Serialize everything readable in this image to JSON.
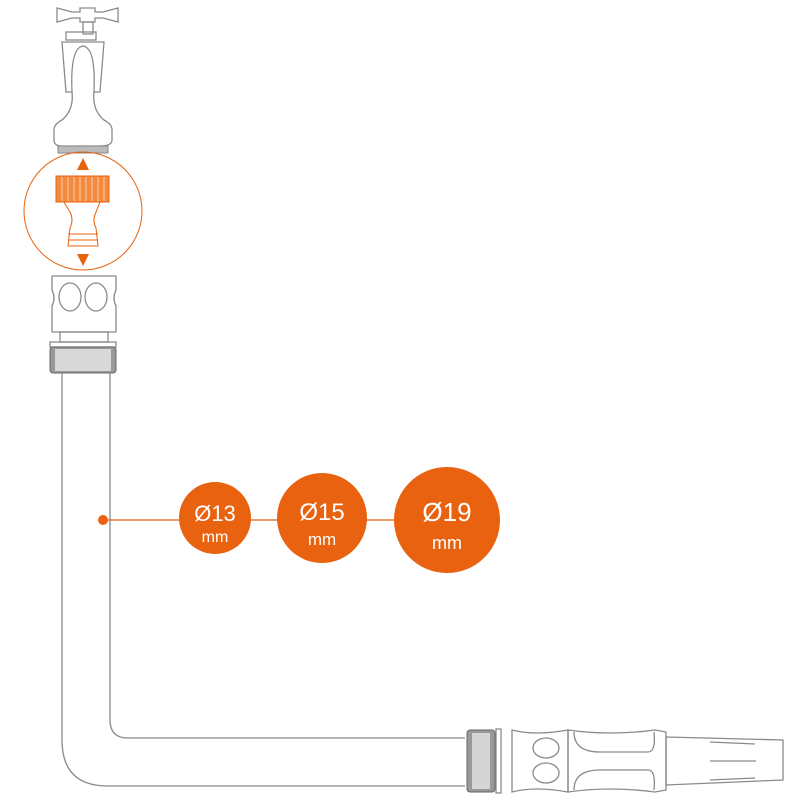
{
  "colors": {
    "accent": "#e8620f",
    "outline": "#8a8a8a"
  },
  "sizes": [
    {
      "diameter": "Ø13",
      "unit": "mm"
    },
    {
      "diameter": "Ø15",
      "unit": "mm"
    },
    {
      "diameter": "Ø19",
      "unit": "mm"
    }
  ]
}
